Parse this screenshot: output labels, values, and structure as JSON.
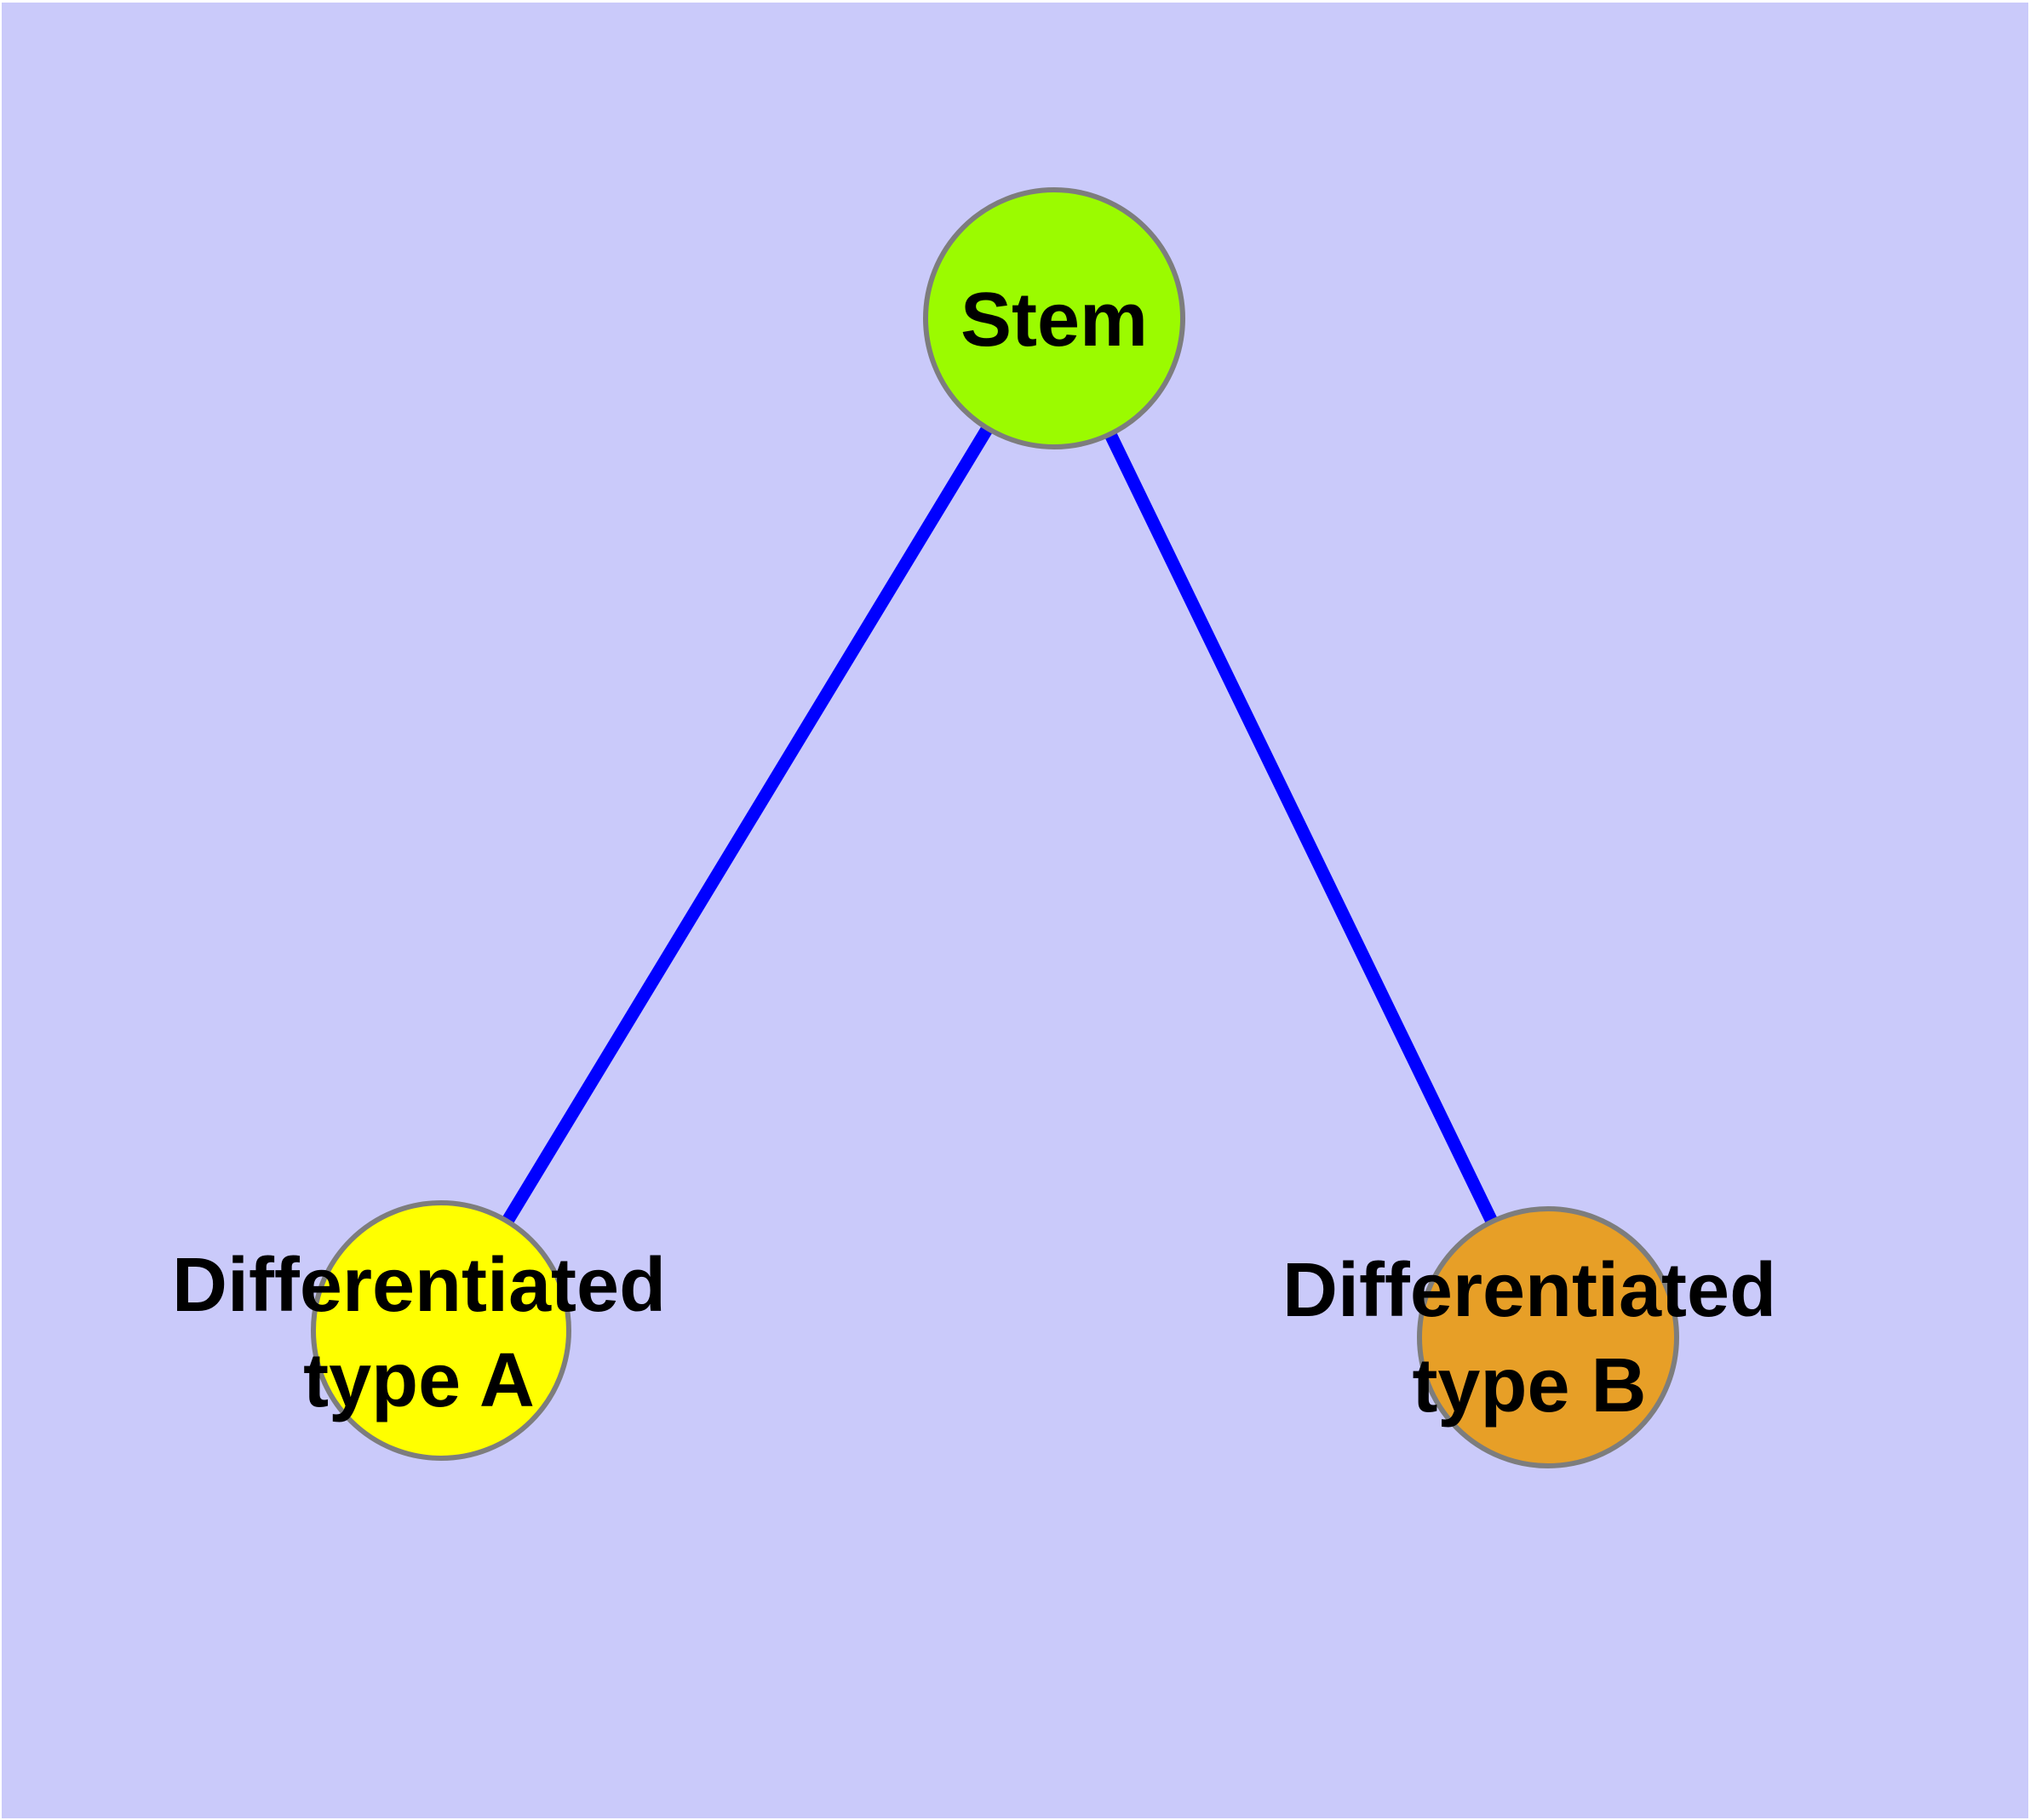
{
  "diagram": {
    "type": "graph",
    "background_color": "#CACAFA",
    "edge_color": "#0000FF",
    "node_border_color": "#7D7D7D",
    "label_color": "#000000",
    "nodes": [
      {
        "id": "stem",
        "label_line1": "Stem",
        "color": "#9BFB00"
      },
      {
        "id": "differentiated-type-a",
        "label_line1": "Differentiated",
        "label_line2": "type A",
        "color": "#FFFF00"
      },
      {
        "id": "differentiated-type-b",
        "label_line1": "Differentiated",
        "label_line2": "type B",
        "color": "#E79F27"
      }
    ],
    "edges": [
      {
        "from": "Stem",
        "to": "Differentiated type A"
      },
      {
        "from": "Stem",
        "to": "Differentiated type B"
      }
    ]
  }
}
